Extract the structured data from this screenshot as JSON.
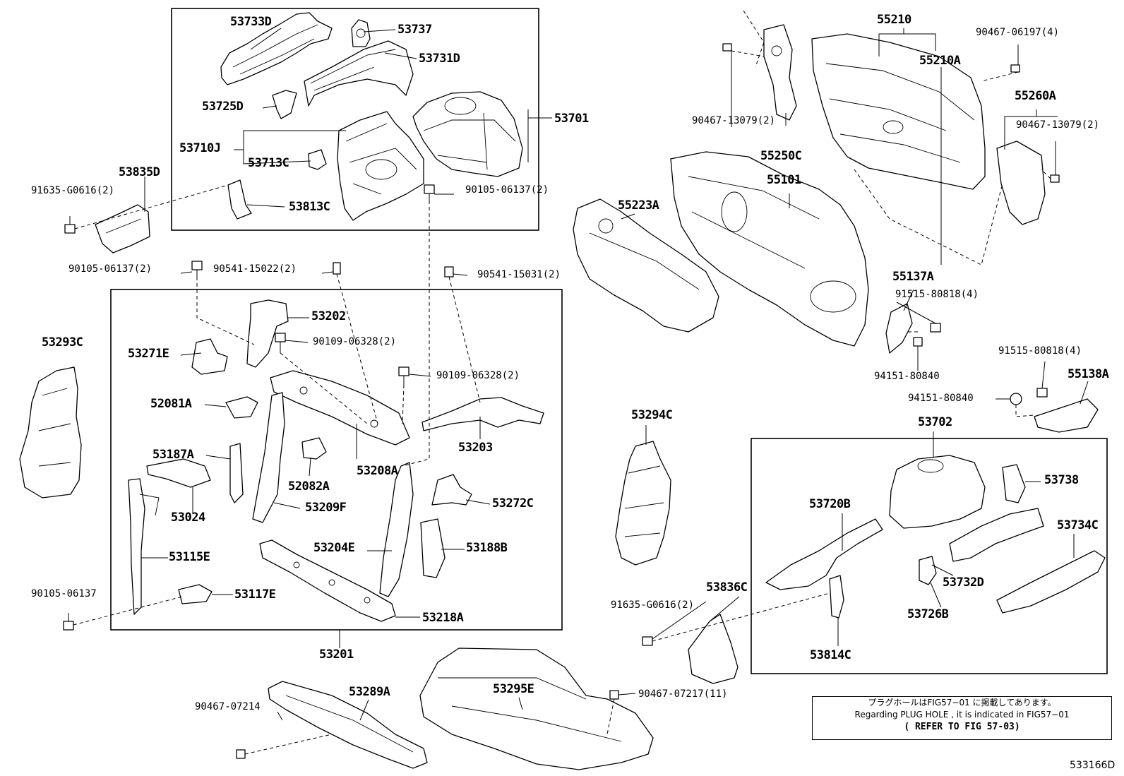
{
  "labels": {
    "p53733D": "53733D",
    "p53737": "53737",
    "p53731D": "53731D",
    "p53725D": "53725D",
    "p53701": "53701",
    "p53710J": "53710J",
    "p53713C": "53713C",
    "p53813C": "53813C",
    "p53835D": "53835D",
    "p91635G0616_l": "91635-G0616(2)",
    "p90105_06137_a": "90105-06137(2)",
    "p90541_15022": "90541-15022(2)",
    "p90105_06137_b": "90105-06137(2)",
    "p90541_15031": "90541-15031(2)",
    "p53202": "53202",
    "p53271E": "53271E",
    "p90109_06328_a": "90109-06328(2)",
    "p90109_06328_b": "90109-06328(2)",
    "p52081A": "52081A",
    "p53203": "53203",
    "p53208A": "53208A",
    "p53187A": "53187A",
    "p52082A": "52082A",
    "p53024": "53024",
    "p53209F": "53209F",
    "p53272C": "53272C",
    "p53204E": "53204E",
    "p53188B": "53188B",
    "p53115E": "53115E",
    "p90105_06137_c": "90105-06137",
    "p53117E": "53117E",
    "p53218A": "53218A",
    "p53201": "53201",
    "p53293C": "53293C",
    "p55210": "55210",
    "p55210A": "55210A",
    "p90467_06197": "90467-06197(4)",
    "p90467_13079_a": "90467-13079(2)",
    "p55250C": "55250C",
    "p55260A": "55260A",
    "p90467_13079_b": "90467-13079(2)",
    "p55101": "55101",
    "p55223A": "55223A",
    "p55137A": "55137A",
    "p91515_80818_a": "91515-80818(4)",
    "p94151_80840_a": "94151-80840",
    "p91515_80818_b": "91515-80818(4)",
    "p55138A": "55138A",
    "p94151_80840_b": "94151-80840",
    "p53294C": "53294C",
    "p53702": "53702",
    "p53738": "53738",
    "p53720B": "53720B",
    "p53734C": "53734C",
    "p53732D": "53732D",
    "p53726B": "53726B",
    "p53836C": "53836C",
    "p91635G0616_r": "91635-G0616(2)",
    "p53814C": "53814C",
    "p53295E": "53295E",
    "p53289A": "53289A",
    "p90467_07214": "90467-07214",
    "p90467_07217": "90467-07217(11)"
  },
  "note": {
    "line1": "プラグホールはFIG57−01 に掲載してあります。",
    "line2": "Regarding  PLUG HOLE , it is  indicated  in  FIG57−01",
    "line3": "( REFER TO FIG 57-03)"
  },
  "figure_code": "533166D"
}
